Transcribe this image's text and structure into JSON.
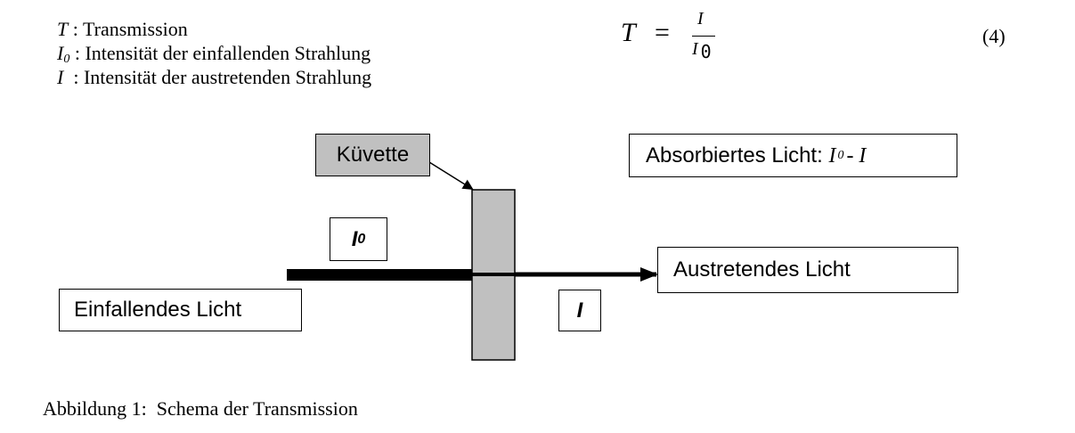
{
  "legend": [
    {
      "symbol": "T",
      "subscript": "",
      "text": " : Transmission"
    },
    {
      "symbol": "I",
      "subscript": "0",
      "text": " : Intensität der einfallenden Strahlung"
    },
    {
      "symbol": "I",
      "subscript": "",
      "text": "  : Intensität der austretenden Strahlung"
    }
  ],
  "equation": {
    "lhs": "T",
    "operator": "=",
    "numerator": "I",
    "denominator": "I",
    "denominator_sub": "0",
    "number": "(4)"
  },
  "diagram": {
    "cuvette_label": "Küvette",
    "absorbed_label": "Absorbiertes Licht: ",
    "absorbed_formula_i0": "I",
    "absorbed_formula_sub": "0",
    "absorbed_formula_rest": "- I",
    "incident_label": "Einfallendes Licht",
    "exiting_label": "Austretendes Licht",
    "i0_label": "I",
    "i0_sub": "0",
    "i_label": "I"
  },
  "caption": "Abbildung 1:  Schema der Transmission",
  "colors": {
    "cuvette_fill": "#c0c0c0",
    "beam": "#000000",
    "background": "#ffffff"
  }
}
